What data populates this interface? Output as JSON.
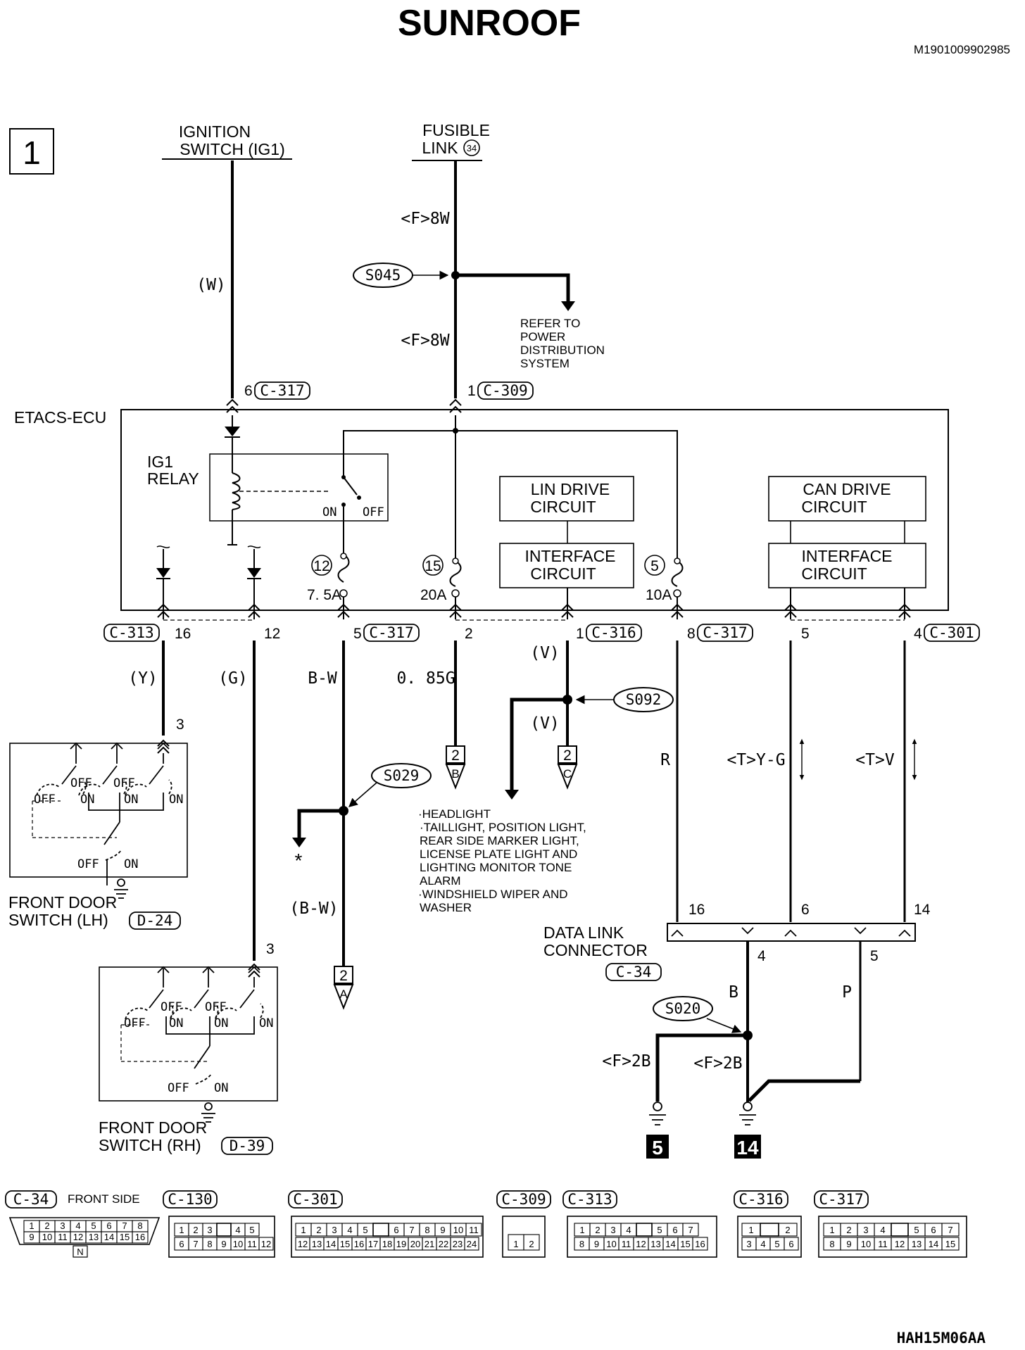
{
  "title": "SUNROOF",
  "doc_id": "M1901009902985",
  "figure_code": "HAH15M06AA",
  "sheet_number": "1",
  "sources": {
    "ignition_line1": "IGNITION",
    "ignition_line2": "SWITCH (IG1)",
    "fusible_line1": "FUSIBLE",
    "fusible_line2": "LINK",
    "fusible_number": "34"
  },
  "wires": {
    "ig_color": "(W)",
    "fl_upper": "<F>8W",
    "fl_lower": "<F>8W",
    "lh_door": "(Y)",
    "rh_door": "(G)",
    "bw_upper": "B-W",
    "bw_lower": "(B-W)",
    "g085": "0. 85G",
    "v_upper": "(V)",
    "v_lower": "(V)",
    "r": "R",
    "tyg": "<T>Y-G",
    "tv": "<T>V",
    "b": "B",
    "p": "P",
    "f2b_left": "<F>2B",
    "f2b_right": "<F>2B"
  },
  "splices": {
    "s045": "S045",
    "s092": "S092",
    "s029": "S029",
    "s020": "S020"
  },
  "refer_lines": [
    "REFER TO",
    "POWER",
    "DISTRIBUTION",
    "SYSTEM"
  ],
  "ecu": {
    "name": "ETACS-ECU",
    "relay_line1": "IG1",
    "relay_line2": "RELAY",
    "on": "ON",
    "off": "OFF",
    "lin_line1": "LIN DRIVE",
    "lin_line2": "CIRCUIT",
    "can_line1": "CAN DRIVE",
    "can_line2": "CIRCUIT",
    "iface_line1": "INTERFACE",
    "iface_line2": "CIRCUIT",
    "iface2_line1": "INTERFACE",
    "iface2_line2": "CIRCUIT",
    "fuse12": "12",
    "fuse15": "15",
    "fuse5": "5",
    "fuse12_rating": "7. 5A",
    "fuse15_rating": "20A",
    "fuse5_rating": "10A"
  },
  "pins": {
    "c317_top": "6",
    "c317_top_code": "C-317",
    "c309_top": "1",
    "c309_top_code": "C-309",
    "p16": "16",
    "p12": "12",
    "p5": "5",
    "p2": "2",
    "p1": "1",
    "p8": "8",
    "p5b": "5",
    "p4": "4",
    "c313": "C-313",
    "c317a": "C-317",
    "c316": "C-316",
    "c317b": "C-317",
    "c301": "C-301",
    "lh_pin": "3",
    "rh_pin": "3",
    "dlc16": "16",
    "dlc6": "6",
    "dlc14": "14",
    "dlc4": "4",
    "dlc5": "5"
  },
  "switches": {
    "lh_line1": "FRONT DOOR",
    "lh_line2": "SWITCH (LH)",
    "lh_code": "D-24",
    "rh_line1": "FRONT DOOR",
    "rh_line2": "SWITCH (RH)",
    "rh_code": "D-39",
    "off": "OFF",
    "on": "ON"
  },
  "refs": {
    "b_num": "2",
    "b_letter": "B",
    "c_num": "2",
    "c_letter": "C",
    "a_num": "2",
    "a_letter": "A",
    "star": "*"
  },
  "notes": [
    "·HEADLIGHT",
    "·TAILLIGHT, POSITION LIGHT,",
    "REAR SIDE MARKER LIGHT,",
    "LICENSE PLATE LIGHT AND",
    "LIGHTING MONITOR TONE",
    "ALARM",
    "·WINDSHIELD WIPER AND",
    "WASHER"
  ],
  "dlc": {
    "line1": "DATA LINK",
    "line2": "CONNECTOR",
    "code": "C-34"
  },
  "grounds": {
    "g5": "5",
    "g14": "14"
  },
  "connectors": {
    "c34": "C-34",
    "c34_note": "FRONT SIDE",
    "c34_row1": [
      "1",
      "2",
      "3",
      "4",
      "5",
      "6",
      "7",
      "8"
    ],
    "c34_row2": [
      "9",
      "10",
      "11",
      "12",
      "13",
      "14",
      "15",
      "16"
    ],
    "c34_key": "N",
    "c130": "C-130",
    "c130_row1": [
      "1",
      "2",
      "3",
      "",
      "4",
      "5"
    ],
    "c130_row2": [
      "6",
      "7",
      "8",
      "9",
      "10",
      "11",
      "12"
    ],
    "c301": "C-301",
    "c301_row1": [
      "1",
      "2",
      "3",
      "4",
      "5",
      "",
      "6",
      "7",
      "8",
      "9",
      "10",
      "11"
    ],
    "c301_row2": [
      "12",
      "13",
      "14",
      "15",
      "16",
      "17",
      "18",
      "19",
      "20",
      "21",
      "22",
      "23",
      "24"
    ],
    "c309": "C-309",
    "c309_row": [
      "1",
      "2"
    ],
    "c313": "C-313",
    "c313_row1": [
      "1",
      "2",
      "3",
      "4",
      "",
      "5",
      "6",
      "7"
    ],
    "c313_row2": [
      "8",
      "9",
      "10",
      "11",
      "12",
      "13",
      "14",
      "15",
      "16"
    ],
    "c316": "C-316",
    "c316_row1": [
      "1",
      "",
      "2"
    ],
    "c316_row2": [
      "3",
      "4",
      "5",
      "6"
    ],
    "c317": "C-317",
    "c317_row1": [
      "1",
      "2",
      "3",
      "4",
      "",
      "5",
      "6",
      "7"
    ],
    "c317_row2": [
      "8",
      "9",
      "10",
      "11",
      "12",
      "13",
      "14",
      "15"
    ]
  }
}
